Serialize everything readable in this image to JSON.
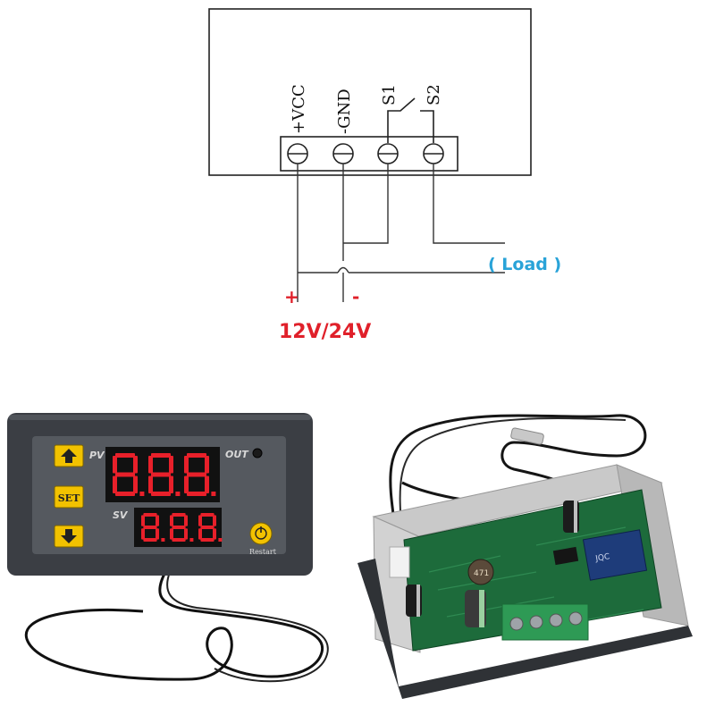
{
  "wiring": {
    "terminals": [
      "+VCC",
      "-GND",
      "S1",
      "S2"
    ],
    "load_label": "( Load )",
    "plus_sign": "+",
    "minus_sign": "-",
    "supply_voltage": "12V/24V",
    "accent_color": "#e0202a",
    "load_color": "#29a3d8"
  },
  "front_panel": {
    "pv_label": "PV",
    "sv_label": "SV",
    "out_label": "OUT",
    "set_button_label": "SET",
    "restart_label": "Restart",
    "pv_display": "888",
    "sv_display": "888",
    "display_color": "#e8202a",
    "bezel_color": "#3b3e44",
    "panel_color": "#55595f",
    "button_color": "#f2c200"
  },
  "board": {
    "relay_text": "JQC",
    "inductor_text": "471",
    "pcb_color": "#1d6b3b",
    "terminal_block_color": "#2e9a55"
  }
}
